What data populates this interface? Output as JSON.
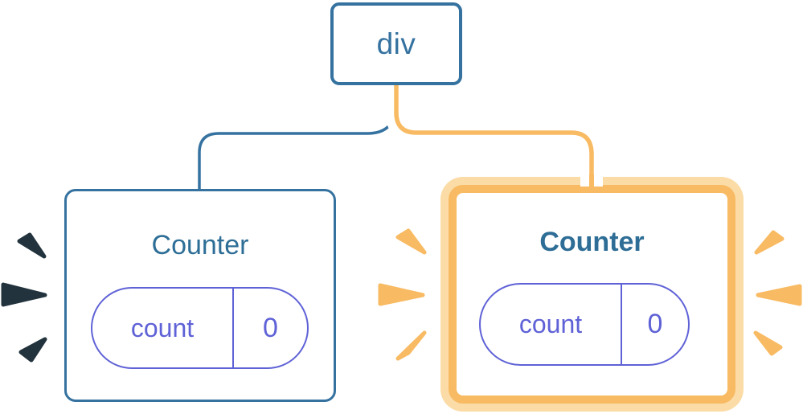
{
  "tree": {
    "root": {
      "label": "div"
    },
    "children": [
      {
        "id": "counter-left",
        "label": "Counter",
        "highlighted": false,
        "state": {
          "name": "count",
          "value": "0"
        }
      },
      {
        "id": "counter-right",
        "label": "Counter",
        "highlighted": true,
        "state": {
          "name": "count",
          "value": "0"
        }
      }
    ]
  },
  "colors": {
    "blue": "#3572A0",
    "teal_text": "#2E6E96",
    "indigo": "#5F62D6",
    "orange": "#F8BA62",
    "orange_pale": "#FBDCA6",
    "burst_dark": "#22333E",
    "node_bg": "#FFFFFF"
  }
}
